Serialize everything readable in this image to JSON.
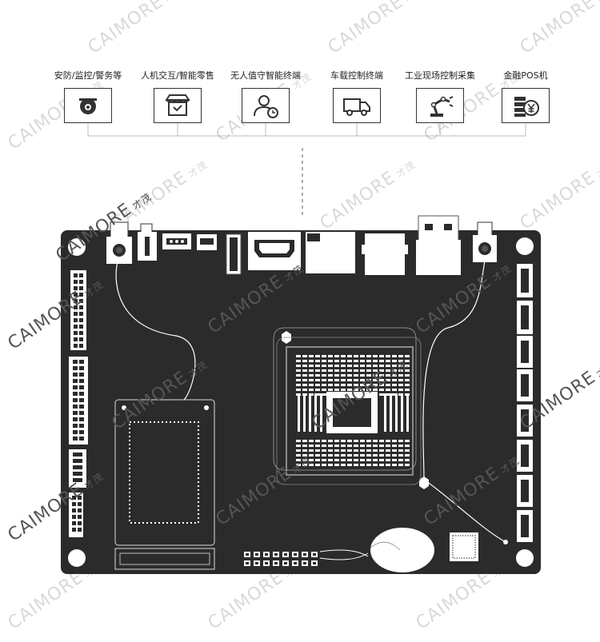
{
  "brand": {
    "watermark_text": "CAIMORE",
    "watermark_sub": "才茂"
  },
  "applications": [
    {
      "label": "安防/监控/警务等",
      "icon": "security-camera-icon"
    },
    {
      "label": "人机交互/智能零售",
      "icon": "storefront-icon"
    },
    {
      "label": "无人值守智能终端",
      "icon": "user-clock-icon"
    },
    {
      "label": "车载控制终端",
      "icon": "truck-icon"
    },
    {
      "label": "工业现场控制采集",
      "icon": "robot-arm-icon"
    },
    {
      "label": "金融POS机",
      "icon": "coin-stack-icon"
    }
  ],
  "colors": {
    "board": "#2b2b2b",
    "component": "#ffffff",
    "line": "#9a9a9a",
    "watermark": "#d9d9d9"
  }
}
